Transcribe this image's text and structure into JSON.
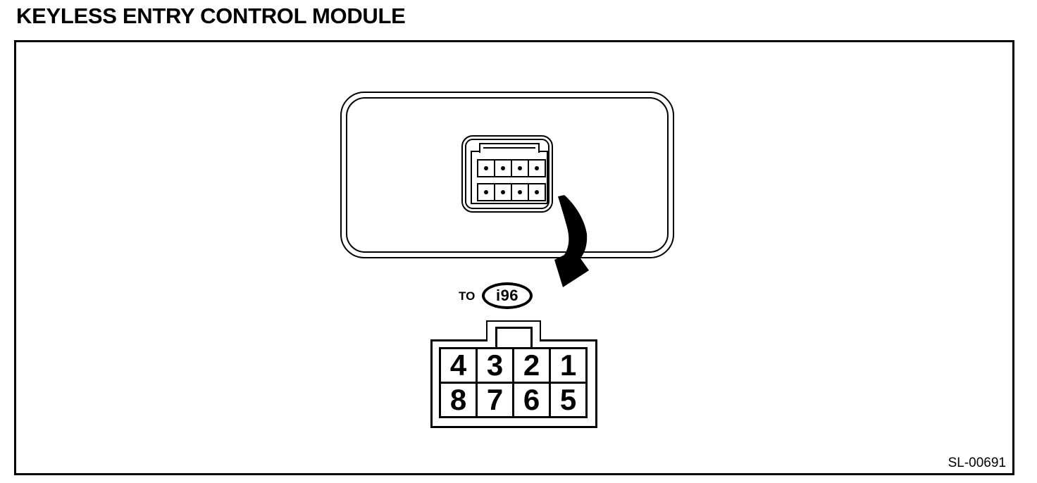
{
  "title": "KEYLESS ENTRY CONTROL MODULE",
  "figure": {
    "code": "SL-00691",
    "reference": {
      "prefix": "TO",
      "connector_id": "i96"
    },
    "module_connector": {
      "pin_rows": 2,
      "pin_cols": 4,
      "pin_count": 8
    },
    "pinout": {
      "rows": [
        [
          "4",
          "3",
          "2",
          "1"
        ],
        [
          "8",
          "7",
          "6",
          "5"
        ]
      ]
    },
    "colors": {
      "line": "#000000",
      "background": "#ffffff"
    }
  }
}
